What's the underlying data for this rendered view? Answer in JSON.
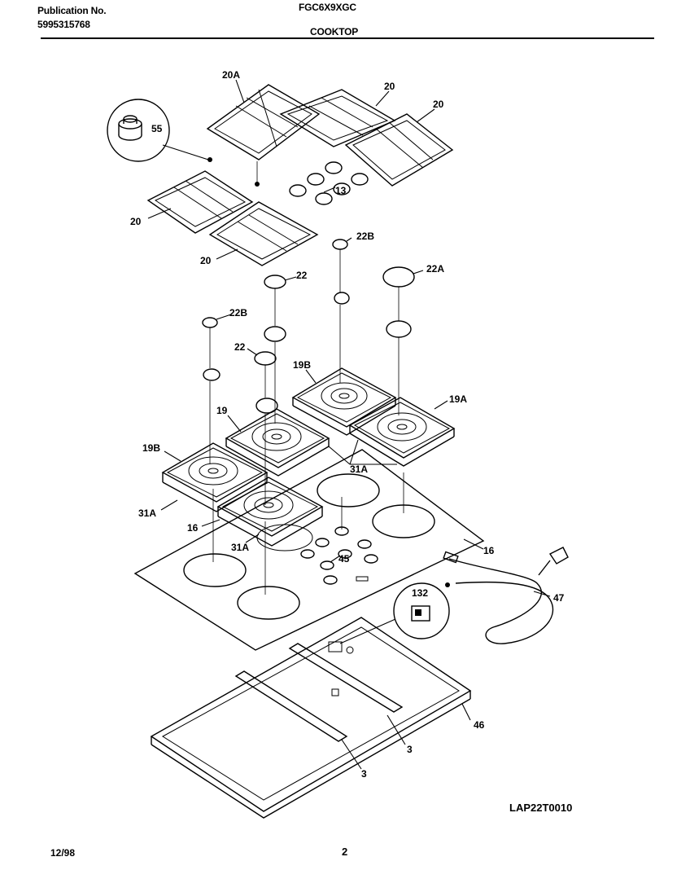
{
  "header": {
    "publication_label": "Publication No.",
    "publication_number": "5995315768",
    "model": "FGC6X9XGC",
    "section": "COOKTOP"
  },
  "footer": {
    "code": "LAP22T0010",
    "date": "12/98",
    "page": "2"
  },
  "callouts": {
    "c55": "55",
    "c20A": "20A",
    "c20a": "20",
    "c20b": "20",
    "c20c": "20",
    "c20d": "20",
    "c13": "13",
    "c22B_top": "22B",
    "c22_top": "22",
    "c22A": "22A",
    "c22B_left": "22B",
    "c22_mid": "22",
    "c19B_top": "19B",
    "c19": "19",
    "c19A": "19A",
    "c19B_left": "19B",
    "c31A_a": "31A",
    "c31A_b": "31A",
    "c31A_c": "31A",
    "c16_a": "16",
    "c16_b": "16",
    "c45": "45",
    "c132": "132",
    "c47": "47",
    "c46": "46",
    "c3_a": "3",
    "c3_b": "3"
  }
}
